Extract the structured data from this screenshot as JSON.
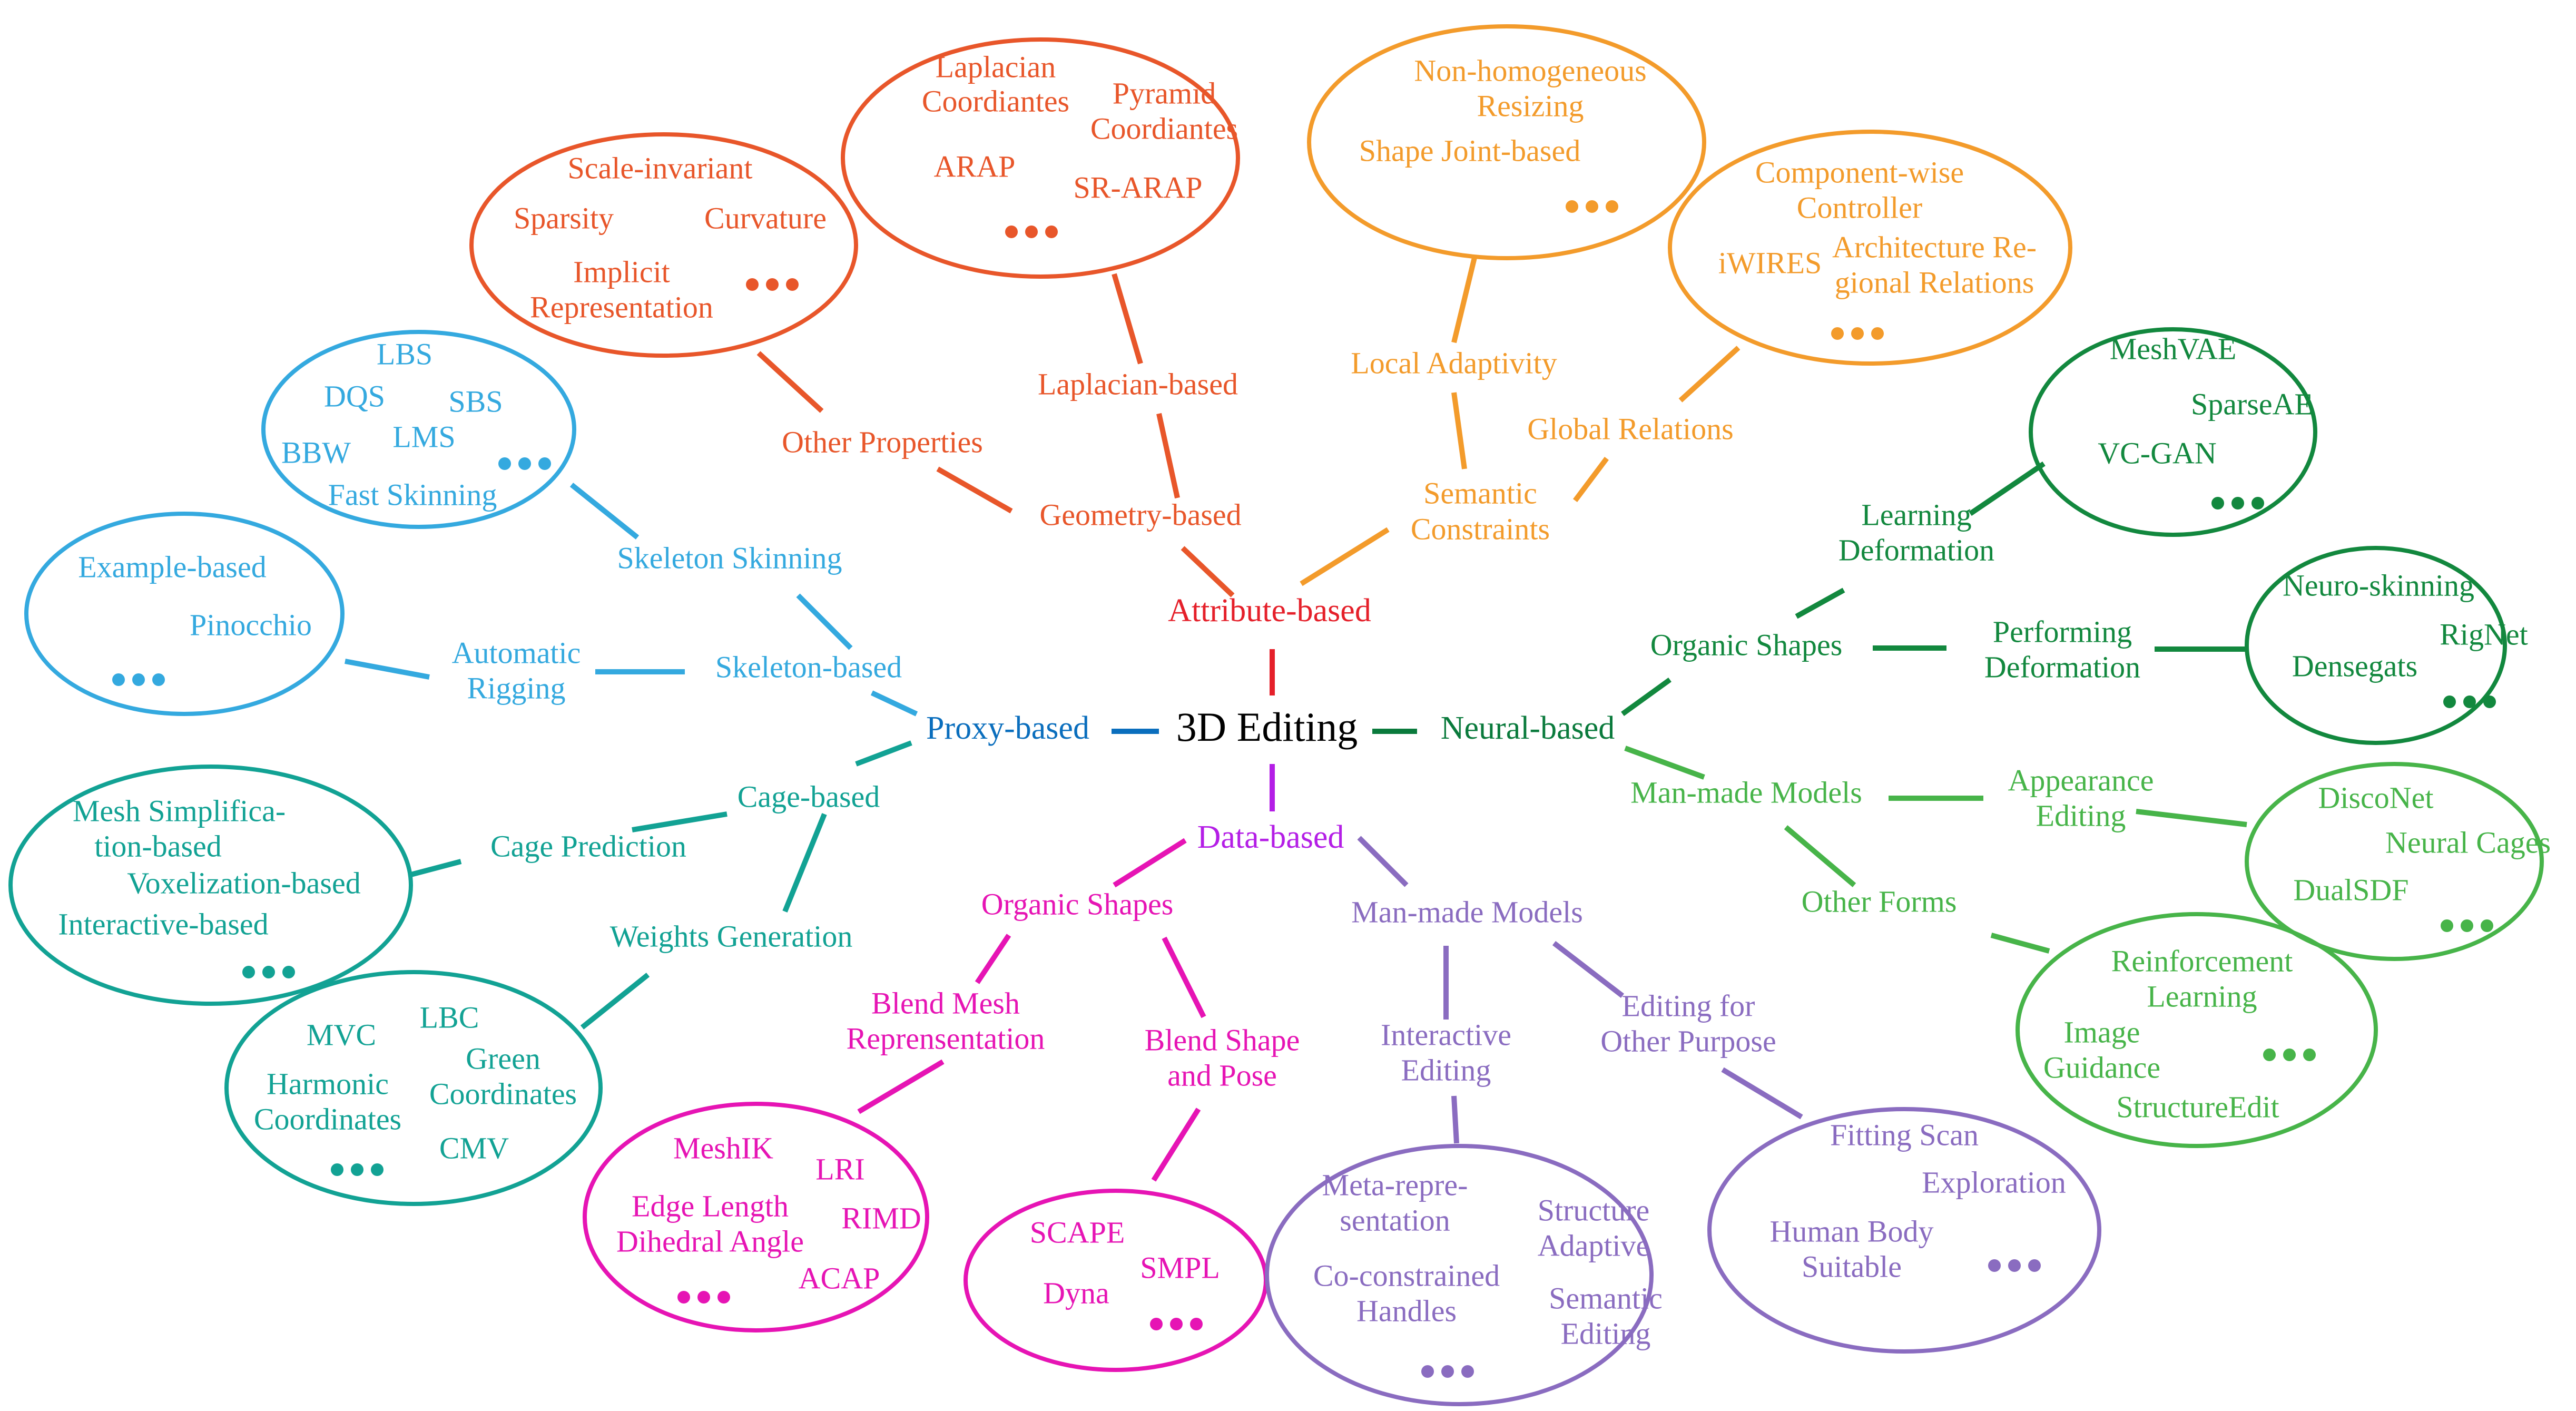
{
  "colors": {
    "root": "#000000",
    "attribute": "#e5202a",
    "proxy": "#0a6ebd",
    "data": "#b41ee6",
    "neural": "#0a7a3c",
    "geometry": "#e8562a",
    "semantic": "#f39b2b",
    "skeleton": "#34a9df",
    "cage": "#12a294",
    "organic_data": "#e614b4",
    "manmade_data": "#8a6cc0",
    "organic_neural": "#12883e",
    "manmade_neural": "#47b449"
  },
  "root": {
    "label": "3D Editing"
  },
  "branches": {
    "attribute": "Attribute-based",
    "proxy": "Proxy-based",
    "data": "Data-based",
    "neural": "Neural-based"
  },
  "categories": {
    "geometry": "Geometry-based",
    "laplacian": "Laplacian-based",
    "other_properties": "Other Properties",
    "semantic": [
      "Semantic",
      "Constraints"
    ],
    "local_adaptivity": "Local Adaptivity",
    "global_relations": "Global Relations",
    "skeleton_based": "Skeleton-based",
    "skeleton_skinning": "Skeleton Skinning",
    "automatic_rigging": [
      "Automatic",
      "Rigging"
    ],
    "cage_based": "Cage-based",
    "cage_prediction": "Cage Prediction",
    "weights_generation": "Weights Generation",
    "organic_data": "Organic Shapes",
    "blend_mesh": [
      "Blend Mesh",
      "Reprensentation"
    ],
    "blend_shape": [
      "Blend Shape",
      "and Pose"
    ],
    "manmade_data": "Man-made Models",
    "interactive_editing": [
      "Interactive",
      "Editing"
    ],
    "editing_other": [
      "Editing for",
      "Other Purpose"
    ],
    "organic_neural": "Organic Shapes",
    "learning_deformation": [
      "Learning",
      "Deformation"
    ],
    "performing_deformation": [
      "Performing",
      "Deformation"
    ],
    "manmade_neural": "Man-made Models",
    "appearance_editing": [
      "Appearance",
      "Editing"
    ],
    "other_forms": "Other Forms"
  },
  "leaves": {
    "laplacian": [
      "Laplacian",
      "Coordiantes",
      "Pyramid",
      "Coordiantes",
      "ARAP",
      "SR-ARAP"
    ],
    "other_properties": [
      "Scale-invariant",
      "Sparsity",
      "Curvature",
      "Implicit",
      "Representation"
    ],
    "local_adaptivity": [
      "Non-homogeneous",
      "Resizing",
      "Shape Joint-based"
    ],
    "global_relations": [
      "Component-wise",
      "Controller",
      "iWIRES",
      "Architecture Re-",
      "gional Relations"
    ],
    "skeleton_skinning": [
      "LBS",
      "DQS",
      "SBS",
      "LMS",
      "BBW",
      "Fast Skinning"
    ],
    "automatic_rigging": [
      "Example-based",
      "Pinocchio"
    ],
    "cage_prediction": [
      "Mesh Simplifica-",
      "tion-based",
      "Voxelization-based",
      "Interactive-based"
    ],
    "weights_generation": [
      "MVC",
      "LBC",
      "Green",
      "Coordinates",
      "Harmonic",
      "Coordinates",
      "CMV"
    ],
    "blend_mesh": [
      "MeshIK",
      "LRI",
      "Edge Length",
      "Dihedral Angle",
      "RIMD",
      "ACAP"
    ],
    "blend_shape": [
      "SCAPE",
      "SMPL",
      "Dyna"
    ],
    "interactive_editing": [
      "Meta-repre-",
      "sentation",
      "Structure",
      "Adaptive",
      "Co-constrained",
      "Handles",
      "Semantic",
      "Editing"
    ],
    "editing_other": [
      "Fitting Scan",
      "Exploration",
      "Human Body",
      "Suitable"
    ],
    "learning_deformation": [
      "MeshVAE",
      "SparseAE",
      "VC-GAN"
    ],
    "performing_deformation": [
      "Neuro-skinning",
      "RigNet",
      "Densegats"
    ],
    "appearance_editing": [
      "DiscoNet",
      "Neural Cages",
      "DualSDF"
    ],
    "other_forms": [
      "Reinforcement",
      "Learning",
      "Image",
      "Guidance",
      "StructureEdit"
    ]
  }
}
